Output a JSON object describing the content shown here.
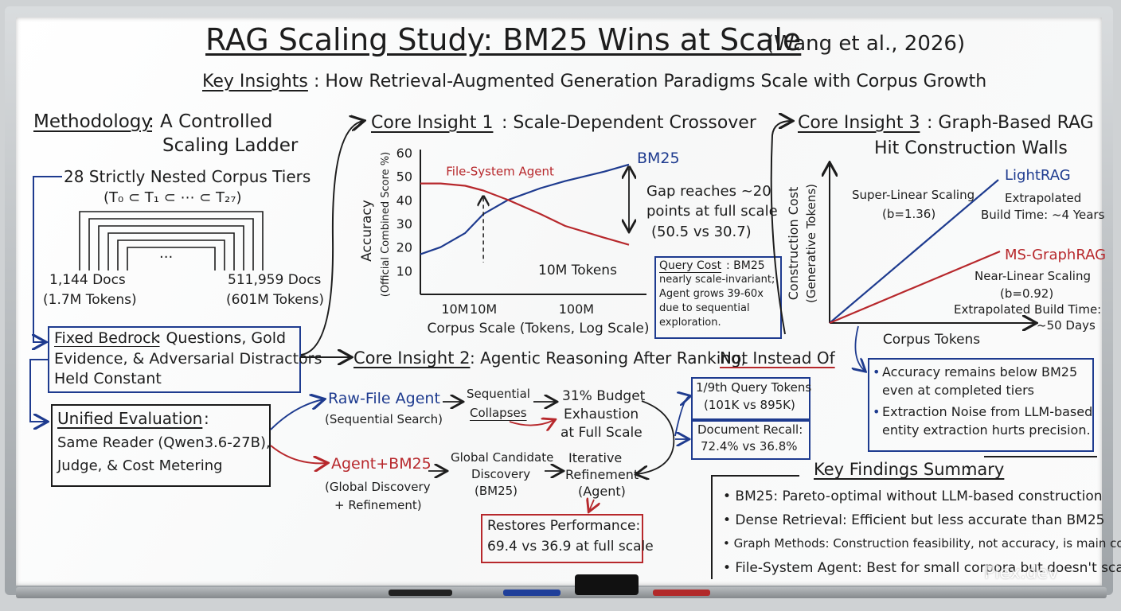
{
  "title": "RAG Scaling Study: BM25 Wins at Scale",
  "citation": "(Wang et al., 2026)",
  "subtitle_label": "Key Insights",
  "subtitle_text": ": How Retrieval-Augmented Generation Paradigms Scale with Corpus Growth",
  "methodology": {
    "heading": "Methodology",
    "heading_rest_1": ": A Controlled",
    "heading_rest_2": "Scaling Ladder",
    "tiers_line_1": "28 Strictly Nested Corpus Tiers",
    "tiers_line_2": "(T₀ ⊂ T₁ ⊂ ⋯ ⊂ T₂₇)",
    "ellipsis": "...",
    "left_docs": "1,144 Docs",
    "left_tokens": "(1.7M Tokens)",
    "right_docs": "511,959 Docs",
    "right_tokens": "(601M Tokens)"
  },
  "bedrock": {
    "label": "Fixed Bedrock",
    "line_1_rest": ": Questions, Gold",
    "line_2": "Evidence, & Adversarial Distractors",
    "line_3": "Held Constant"
  },
  "evaluation": {
    "label": "Unified Evaluation",
    "colon": ":",
    "line_2": "Same Reader (Qwen3.6-27B),",
    "line_3": "Judge, & Cost Metering"
  },
  "insight1": {
    "label": "Core Insight 1",
    "rest": ": Scale-Dependent Crossover",
    "gap_1": "Gap reaches ~20",
    "gap_2": "points at full scale",
    "gap_3": "(50.5 vs 30.7)",
    "crossover": "10M Tokens",
    "query_cost_label": "Query Cost",
    "query_cost_1": ": BM25",
    "query_cost_2": "nearly scale-invariant;",
    "query_cost_3": "Agent grows 39-60x",
    "query_cost_4": "due to sequential",
    "query_cost_5": "exploration."
  },
  "insight2": {
    "label": "Core Insight 2",
    "rest": ": Agentic Reasoning After Ranking, ",
    "emph": "Not Instead Of",
    "raw_agent": "Raw-File Agent",
    "raw_agent_sub": "(Sequential Search)",
    "sequential": "Sequential",
    "collapses": "Collapses",
    "budget_1": "31% Budget",
    "budget_2": "Exhaustion",
    "budget_3": "at Full Scale",
    "agent_bm25": "Agent+BM25",
    "agent_bm25_sub_1": "(Global Discovery",
    "agent_bm25_sub_2": "+ Refinement)",
    "global_1": "Global Candidate",
    "global_2": "Discovery",
    "global_3": "(BM25)",
    "iter_1": "Iterative",
    "iter_2": "Refinement",
    "iter_3": "(Agent)",
    "restores_1": "Restores Performance:",
    "restores_2": "69.4 vs 36.9 at full scale",
    "tokens_1": "1/9th Query Tokens",
    "tokens_2": "(101K vs 895K)",
    "recall_1": "Document Recall:",
    "recall_2": "72.4% vs 36.8%"
  },
  "insight3": {
    "label": "Core Insight 3",
    "rest": ": Graph-Based RAG",
    "line_2": "Hit Construction Walls",
    "note_1a": "Accuracy remains below BM25",
    "note_1b": "even at completed tiers",
    "note_2a": "Extraction Noise from LLM-based",
    "note_2b": "entity extraction hurts precision."
  },
  "findings": {
    "heading": "Key Findings Summary",
    "colon": ":",
    "items": [
      "BM25: Pareto-optimal without LLM-based construction",
      "Dense Retrieval: Efficient but less accurate than BM25",
      "Graph Methods: Construction feasibility, not accuracy, is main constraint",
      "File-System Agent: Best for small corpora but doesn't scale"
    ]
  },
  "watermark": "Plex.dev",
  "colors": {
    "blue": "#1e3b8f",
    "red": "#b7282c",
    "ink": "#1d1d1d"
  },
  "chart_data": [
    {
      "type": "line",
      "xlabel": "Corpus Scale (Tokens, Log Scale)",
      "ylabel": "Accuracy (Official Combined Score %)",
      "x_scale": "log",
      "x_ticks": [
        "10M",
        "10M",
        "100M"
      ],
      "y_ticks": [
        10,
        20,
        30,
        40,
        50,
        60
      ],
      "ylim": [
        0,
        60
      ],
      "xlim": [
        1.7,
        601
      ],
      "x": [
        1.7,
        3,
        6,
        10,
        20,
        50,
        100,
        300,
        601
      ],
      "series": [
        {
          "name": "BM25",
          "values": [
            17,
            20,
            26,
            34,
            40,
            45,
            48,
            52,
            55
          ]
        },
        {
          "name": "File-System Agent",
          "values": [
            47,
            47,
            46,
            44,
            40,
            34,
            29,
            24,
            21
          ]
        }
      ],
      "annotations": [
        "10M Tokens"
      ]
    },
    {
      "type": "line",
      "xlabel": "Corpus Tokens",
      "ylabel": "Construction Cost (Generative Tokens)",
      "series": [
        {
          "name": "LightRAG",
          "note": "Super-Linear Scaling (b=1.36)",
          "extrapolated": "Extrapolated Build Time: ~4 Years",
          "exponent": 1.36
        },
        {
          "name": "MS-GraphRAG",
          "note": "Near-Linear Scaling (b=0.92)",
          "extrapolated": "Extrapolated Build Time: ~50 Days",
          "exponent": 0.92
        }
      ]
    }
  ]
}
